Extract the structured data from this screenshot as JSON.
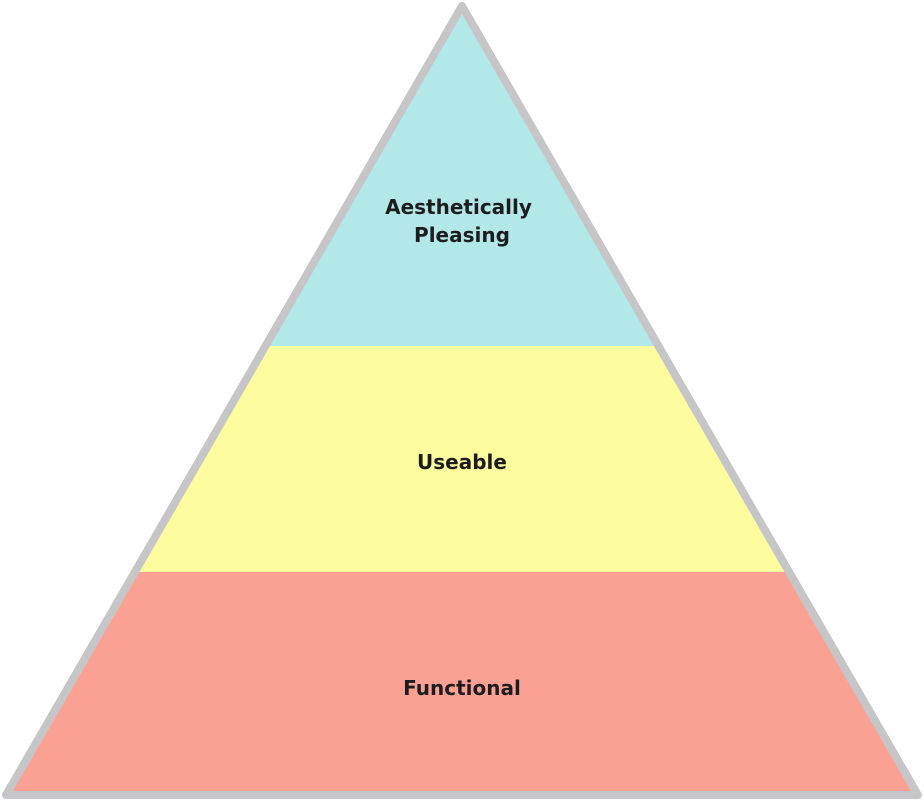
{
  "pyramid": {
    "outline_color": "#c6c6c8",
    "text_color": "#1d1d1f",
    "tiers": [
      {
        "key": "top",
        "label_lines": [
          "Aesthetically",
          "Pleasing"
        ],
        "fill": "#b3e8e8"
      },
      {
        "key": "middle",
        "label_lines": [
          "Useable"
        ],
        "fill": "#fdfda0"
      },
      {
        "key": "bottom",
        "label_lines": [
          "Functional"
        ],
        "fill": "#fba193"
      }
    ]
  }
}
